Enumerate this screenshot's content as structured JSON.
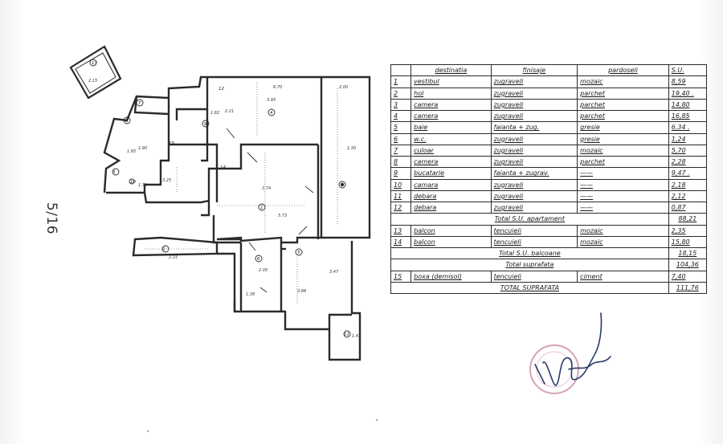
{
  "page_counter": "5/16",
  "plan": {
    "room_numbers": [
      "13",
      "7",
      "8",
      "4",
      "9",
      "3",
      "1",
      "2",
      "5",
      "6",
      "11",
      "10",
      "12",
      "14",
      "15"
    ],
    "dimensions": [
      "2.15",
      "1.70",
      "3.25",
      "6.70",
      "3.95",
      "1.95",
      "2.00",
      "1.30",
      "5.73",
      "2.15",
      "3.47",
      "3.88",
      "2.05",
      "1.38",
      "1.43",
      "2.21",
      "1.90",
      "3.74",
      "1.82"
    ]
  },
  "table": {
    "headers": [
      "",
      "destinatia",
      "finisaje",
      "pardoseli",
      "S.U."
    ],
    "rows": [
      {
        "nr": "1",
        "room": "vestibul",
        "walls": "zugraveli",
        "floor": "mozaic",
        "area": "8,59"
      },
      {
        "nr": "2",
        "room": "hol",
        "walls": "zugraveli",
        "floor": "parchet",
        "area": "19,40 ."
      },
      {
        "nr": "3",
        "room": "camera",
        "walls": "zugraveli",
        "floor": "parchet",
        "area": "14,80"
      },
      {
        "nr": "4",
        "room": "camera",
        "walls": "zugraveli",
        "floor": "parchet",
        "area": "16,85"
      },
      {
        "nr": "5",
        "room": "baie",
        "walls": "faianta + zug.",
        "floor": "gresie",
        "area": "6,34 ."
      },
      {
        "nr": "6",
        "room": "w.c.",
        "walls": "zugraveli",
        "floor": "gresie",
        "area": "1,24"
      },
      {
        "nr": "7",
        "room": "culoar",
        "walls": "zugraveli",
        "floor": "mozaic",
        "area": "5,70"
      },
      {
        "nr": "8",
        "room": "camera",
        "walls": "zugraveli",
        "floor": "parchet",
        "area": "2,28"
      },
      {
        "nr": "9",
        "room": "bucatarie",
        "walls": "faianta + zugrav.",
        "floor": "——",
        "area": "9,47 ."
      },
      {
        "nr": "10",
        "room": "camara",
        "walls": "zugraveli",
        "floor": "——",
        "area": "2,18"
      },
      {
        "nr": "11",
        "room": "debara",
        "walls": "zugraveli",
        "floor": "——",
        "area": "2,12"
      },
      {
        "nr": "12",
        "room": "debara",
        "walls": "zugraveli",
        "floor": "——",
        "area": "0,87"
      }
    ],
    "subtotal_interior": {
      "label": "Total S.U. apartament",
      "area": "88,21"
    },
    "balcony_rows": [
      {
        "nr": "13",
        "room": "balcon",
        "walls": "tencuieli",
        "floor": "mozaic",
        "area": "2,35"
      },
      {
        "nr": "14",
        "room": "balcon",
        "walls": "tencuieli",
        "floor": "mozaic",
        "area": "15,80"
      }
    ],
    "subtotal_balcony": {
      "label": "Total S.U. balcoane",
      "area": "18,15"
    },
    "total_building": {
      "label": "Total suprafata",
      "area": "104,36"
    },
    "extra_row": {
      "nr": "15",
      "room": "boxa (demisol)",
      "walls": "tencuieli",
      "floor": "ciment",
      "area": "7,40"
    },
    "grand_total": {
      "label": "TOTAL SUPRAFATA",
      "area": "111,76"
    }
  },
  "colors": {
    "ink": "#2a2a2a",
    "stamp": "#d08aa0",
    "signature": "#2a3a6a"
  }
}
